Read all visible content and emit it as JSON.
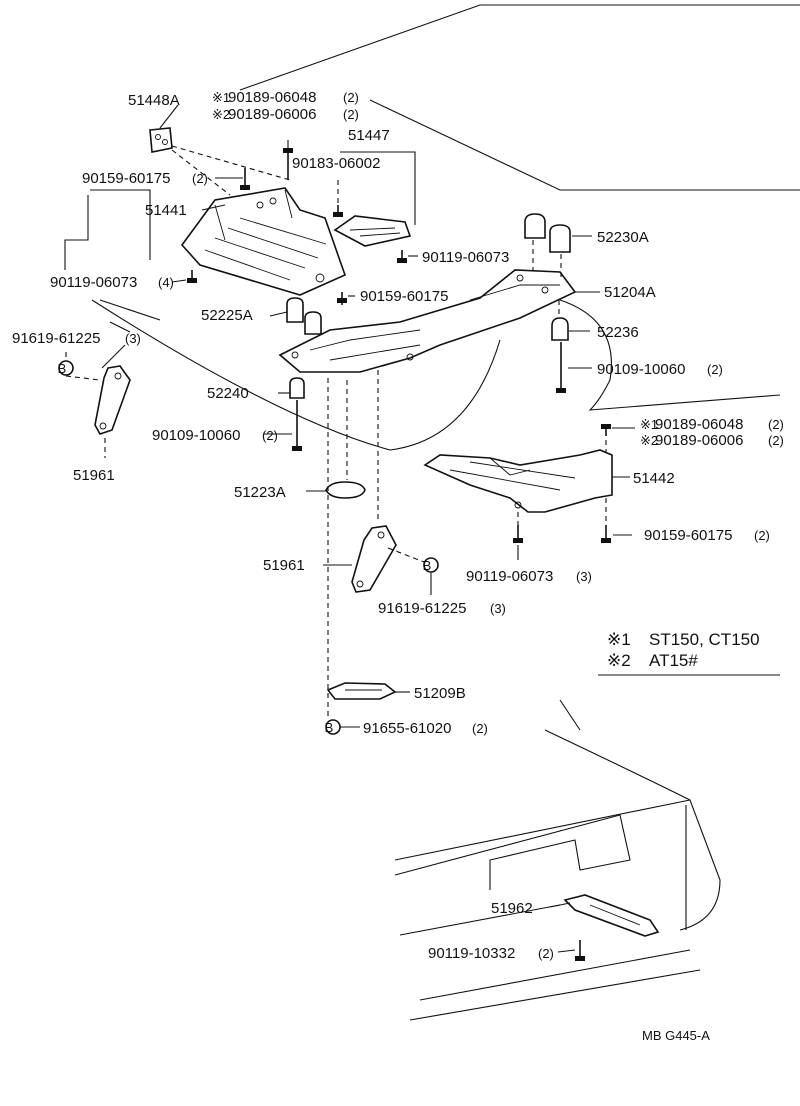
{
  "labels": {
    "p51448A": "51448A",
    "note1_a": "※1",
    "p90189_06048": "90189-06048",
    "q90189_06048": "(2)",
    "note2_a": "※2",
    "p90189_06006": "90189-06006",
    "q90189_06006": "(2)",
    "p51447": "51447",
    "p90183_06002": "90183-06002",
    "p90159_60175_a": "90159-60175",
    "q90159_60175_a": "(2)",
    "p51441": "51441",
    "p52230A": "52230A",
    "p90119_06073_a": "90119-06073",
    "p90119_06073_b": "90119-06073",
    "q90119_06073_b": "(4)",
    "p90159_60175_b": "90159-60175",
    "p51204A": "51204A",
    "p52225A": "52225A",
    "p91619_61225_a": "91619-61225",
    "q91619_61225_a": "(3)",
    "p52236": "52236",
    "p90109_10060_a": "90109-10060",
    "q90109_10060_a": "(2)",
    "p52240": "52240",
    "p90109_10060_b": "90109-10060",
    "q90109_10060_b": "(2)",
    "note1_b": "※1",
    "p90189_06048_b": "90189-06048",
    "q90189_06048_b": "(2)",
    "note2_b": "※2",
    "p90189_06006_b": "90189-06006",
    "q90189_06006_b": "(2)",
    "p51961_a": "51961",
    "p51442": "51442",
    "p51223A": "51223A",
    "p90159_60175_c": "90159-60175",
    "q90159_60175_c": "(2)",
    "p90119_06073_c": "90119-06073",
    "q90119_06073_c": "(3)",
    "p51961_b": "51961",
    "p91619_61225_b": "91619-61225",
    "q91619_61225_b": "(3)",
    "p51209B": "51209B",
    "p91655_61020": "91655-61020",
    "q91655_61020": "(2)",
    "p51962": "51962",
    "p90119_10332": "90119-10332",
    "q90119_10332": "(2)",
    "ref": "MB G445-A",
    "b_marker": "B"
  },
  "legend": {
    "mark1": "※1",
    "text1": "ST150, CT150",
    "mark2": "※2",
    "text2": "AT15#"
  }
}
